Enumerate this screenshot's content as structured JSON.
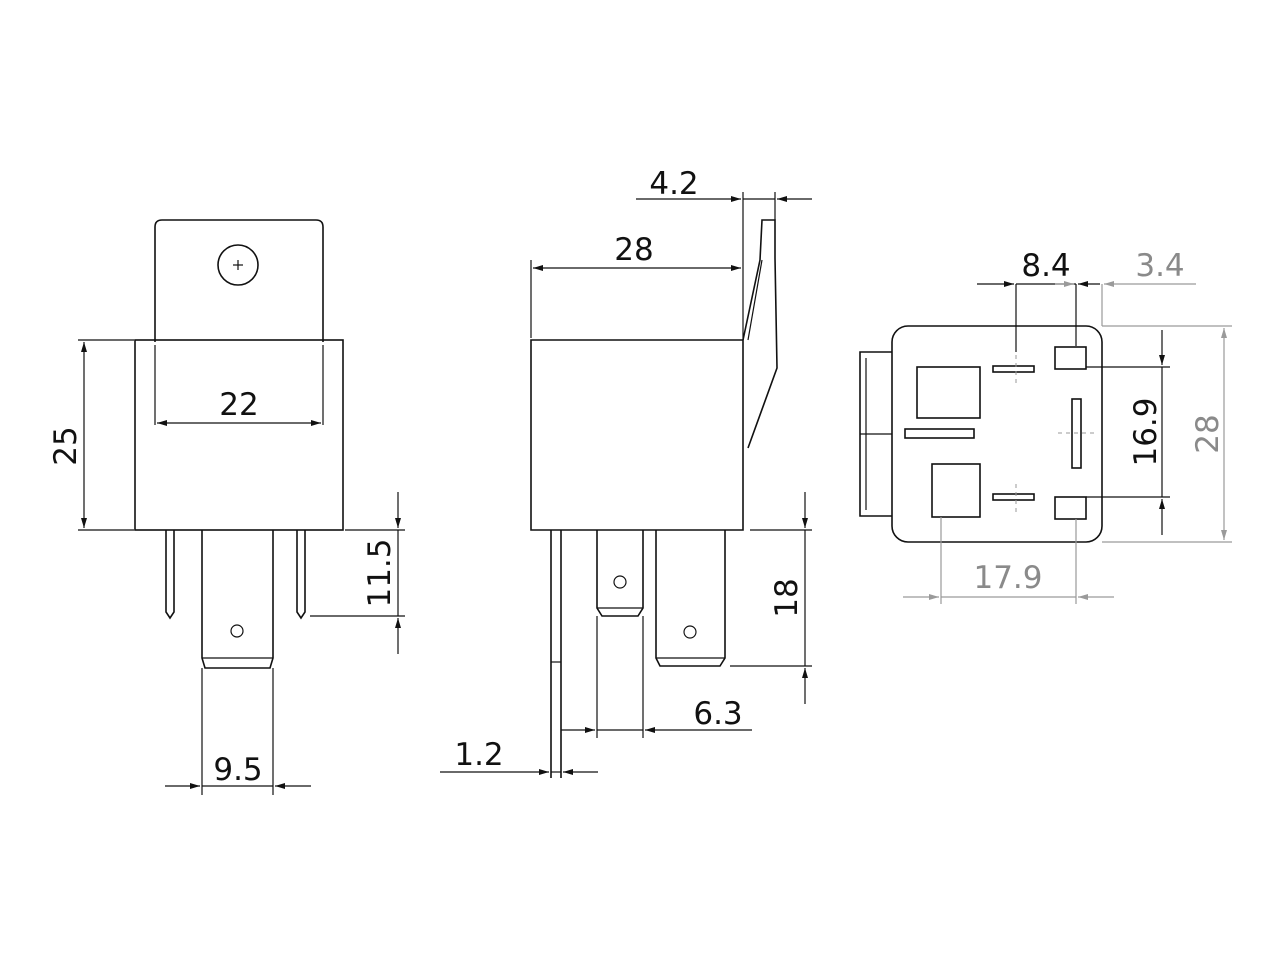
{
  "dimensions": {
    "front_width": "22",
    "front_height": "25",
    "front_pin_length": "11.5",
    "front_tab_width": "9.5",
    "side_body_length": "28",
    "side_bracket_thickness": "4.2",
    "side_pin_length": "18",
    "side_terminal_width": "6.3",
    "side_pin_thickness": "1.2",
    "bottom_pin_pitch_x": "8.4",
    "bottom_offset": "3.4",
    "bottom_pin_pitch_y": "16.9",
    "bottom_overall": "28",
    "bottom_spacing": "17.9"
  }
}
